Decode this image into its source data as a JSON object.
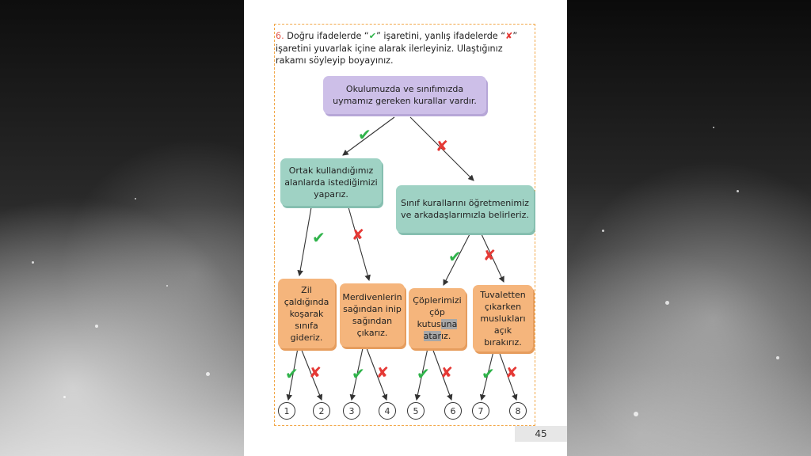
{
  "instruction": {
    "number": "6.",
    "part1": "Doğru ifadelerde “",
    "check_symbol": "✔",
    "part2": "” işaretini, yanlış ifadelerde “",
    "cross_symbol": "✘",
    "part3": "” işaretini yuvarlak içine alarak ilerleyiniz. Ulaştığınız rakamı söyleyip boyayınız."
  },
  "boxes": {
    "root": "Okulumuzda ve sınıfımızda uymamız gereken kurallar vardır.",
    "left_mid": "Ortak kullandığımız alanlarda istediğimizi yaparız.",
    "right_mid": "Sınıf kurallarını öğretmenimiz ve arkadaşlarımızla belirleriz.",
    "leaf1": "Zil çaldığında koşarak sınıfa gideriz.",
    "leaf2": "Merdivenlerin sağından inip sağından çıkarız.",
    "leaf3_a": "Çöplerimizi çöp kutus",
    "leaf3_hl1": "una",
    "leaf3_hl2": "atar",
    "leaf3_b": "ız.",
    "leaf4": "Tuvaletten çıkarken muslukları açık bırakırız."
  },
  "marks": {
    "check": "✔",
    "cross": "✘"
  },
  "endpoints": [
    "1",
    "2",
    "3",
    "4",
    "5",
    "6",
    "7",
    "8"
  ],
  "page_number": "45",
  "colors": {
    "purple": "#cdbfe8",
    "teal": "#9fd2c4",
    "orange": "#f5b57c",
    "check": "#2fb34a",
    "cross": "#e53935",
    "frame": "#f2a84a"
  }
}
